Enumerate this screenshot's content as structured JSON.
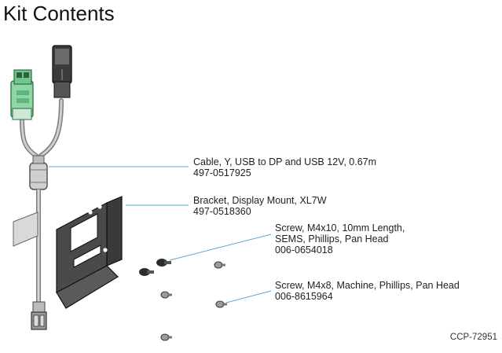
{
  "page": {
    "title": "Kit Contents",
    "figure_id": "CCP-72951"
  },
  "items": [
    {
      "line1": "Cable, Y, USB to DP and USB 12V, 0.67m",
      "line2": "497-0517925"
    },
    {
      "line1": "Bracket, Display Mount, XL7W",
      "line2": "497-0518360"
    },
    {
      "line1": "Screw, M4x10, 10mm Length,",
      "line2": "SEMS, Phillips, Pan Head",
      "line3": "006-0654018"
    },
    {
      "line1": "Screw, M4x8, Machine, Phillips, Pan Head",
      "line2": "006-8615964"
    }
  ],
  "colors": {
    "leader": "#5aa9d6",
    "connector_green": "#8fd6a4",
    "part_gray": "#444444"
  }
}
